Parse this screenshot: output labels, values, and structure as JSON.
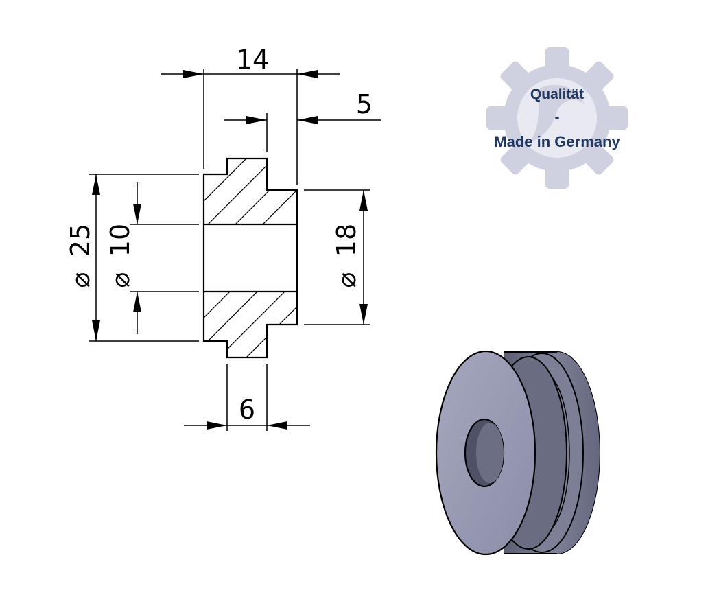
{
  "drawing": {
    "dimensions": {
      "total_width": "14",
      "collar_width": "5",
      "hub_width": "6",
      "outer_diameter": "25",
      "bore_diameter": "10",
      "collar_diameter": "18",
      "diameter_symbol": "⌀"
    }
  },
  "badge": {
    "line1": "Qualität",
    "line2": "-",
    "line3": "Made in Germany",
    "gear_color": "#cfd0e0",
    "text_color": "#1f3864"
  },
  "render": {
    "part_color": "#9a9cb4",
    "part_shadow": "#5e6076"
  }
}
